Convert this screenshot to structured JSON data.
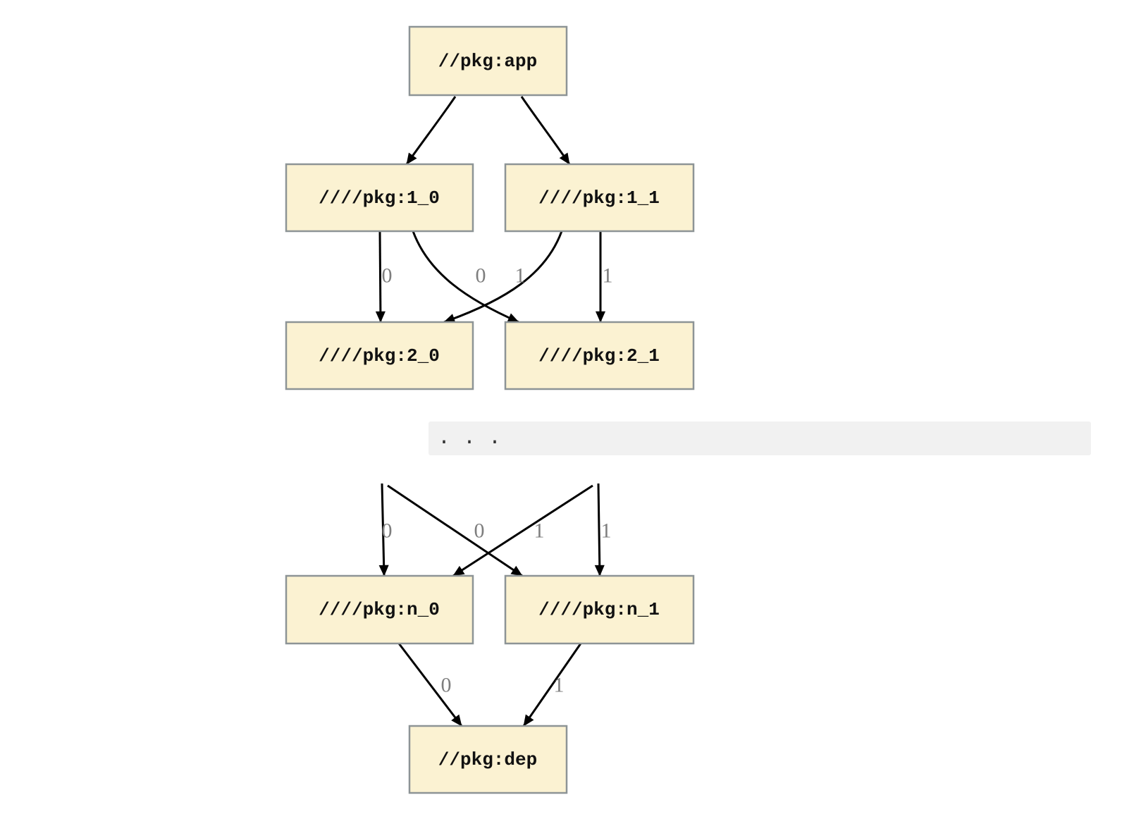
{
  "graph_top": {
    "nodes": [
      {
        "id": "app",
        "label": "//pkg:app"
      },
      {
        "id": "1_0",
        "label": "////pkg:1_0"
      },
      {
        "id": "1_1",
        "label": "////pkg:1_1"
      },
      {
        "id": "2_0",
        "label": "////pkg:2_0"
      },
      {
        "id": "2_1",
        "label": "////pkg:2_1"
      }
    ],
    "edges": [
      {
        "from": "app",
        "to": "1_0"
      },
      {
        "from": "app",
        "to": "1_1"
      },
      {
        "from": "1_0",
        "to": "2_0",
        "label": "0"
      },
      {
        "from": "1_1",
        "to": "2_0",
        "label": "0"
      },
      {
        "from": "1_0",
        "to": "2_1",
        "label": "1"
      },
      {
        "from": "1_1",
        "to": "2_1",
        "label": "1"
      }
    ]
  },
  "separator": {
    "code_text": ". . ."
  },
  "graph_bottom": {
    "nodes": [
      {
        "id": "n_0",
        "label": "////pkg:n_0"
      },
      {
        "id": "n_1",
        "label": "////pkg:n_1"
      },
      {
        "id": "dep",
        "label": "//pkg:dep"
      }
    ],
    "edges": [
      {
        "from": "ellipsis",
        "to": "n_0",
        "label": "0"
      },
      {
        "from": "ellipsis",
        "to": "n_0",
        "label": "0"
      },
      {
        "from": "ellipsis",
        "to": "n_1",
        "label": "1"
      },
      {
        "from": "ellipsis",
        "to": "n_1",
        "label": "1"
      },
      {
        "from": "n_0",
        "to": "dep",
        "label": "0"
      },
      {
        "from": "n_1",
        "to": "dep",
        "label": "1"
      }
    ]
  },
  "colors": {
    "node_fill": "#fbf2d2",
    "node_border": "#8d9496",
    "node_text": "#111111",
    "edge_stroke": "#000000",
    "edge_label": "#7e7e7e",
    "code_bg": "#f1f1f1",
    "code_text": "#333333"
  }
}
